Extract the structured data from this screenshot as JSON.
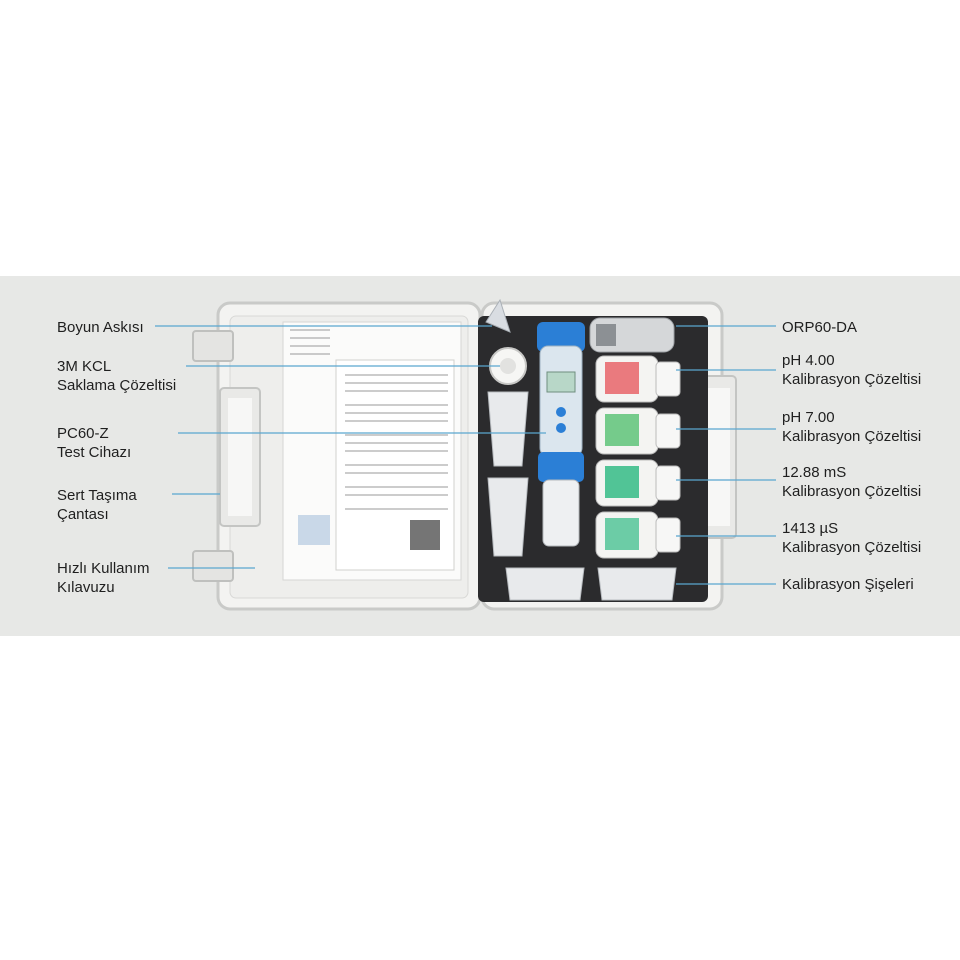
{
  "labels_left": [
    {
      "lines": [
        "Boyun Askısı"
      ]
    },
    {
      "lines": [
        "3M KCL",
        "Saklama Çözeltisi"
      ]
    },
    {
      "lines": [
        "PC60-Z",
        "Test Cihazı"
      ]
    },
    {
      "lines": [
        "Sert Taşıma",
        "Çantası"
      ]
    },
    {
      "lines": [
        "Hızlı Kullanım",
        "Kılavuzu"
      ]
    }
  ],
  "labels_right": [
    {
      "lines": [
        "ORP60-DA"
      ]
    },
    {
      "lines": [
        "pH 4.00",
        "Kalibrasyon Çözeltisi"
      ]
    },
    {
      "lines": [
        "pH 7.00",
        "Kalibrasyon Çözeltisi"
      ]
    },
    {
      "lines": [
        "12.88 mS",
        "Kalibrasyon Çözeltisi"
      ]
    },
    {
      "lines": [
        "1413 µS",
        "Kalibrasyon Çözeltisi"
      ]
    },
    {
      "lines": [
        "Kalibrasyon Şişeleri"
      ]
    }
  ],
  "colors": {
    "background": "#ffffff",
    "band": "#e7e8e6",
    "leader_line": "#5aa6cf",
    "case_shell": "#f2f2f0",
    "foam": "#2b2b2d",
    "meter_blue": "#2b7fd6",
    "bottle_red": "#e8646a",
    "bottle_green": "#67c77f",
    "bottle_teal": "#3fbf8c"
  }
}
